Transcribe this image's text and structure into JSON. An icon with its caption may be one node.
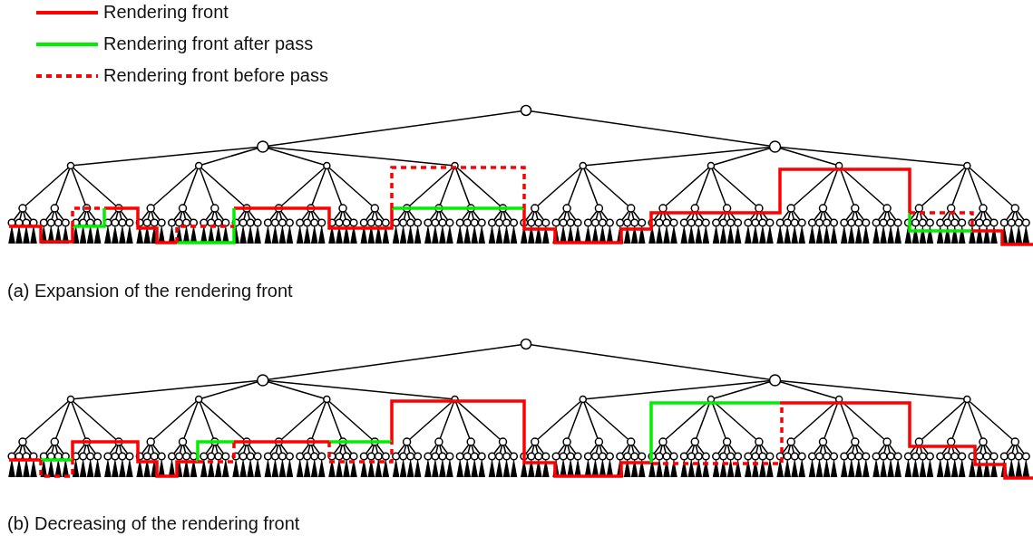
{
  "diagram": {
    "labels": [
      "(a) Expansion of the rendering front",
      "(b) Decreasing of the rendering front"
    ],
    "legend": [
      {
        "text": "Rendering front"
      },
      {
        "text": "Rendering front after pass"
      },
      {
        "text": "Rendering front before pass"
      }
    ]
  }
}
